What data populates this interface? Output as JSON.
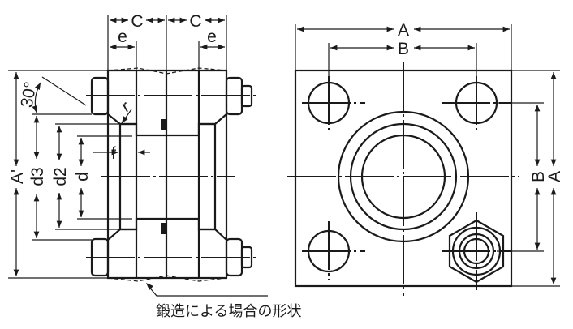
{
  "colors": {
    "fill": "#cdb4d6",
    "line": "#1a1a1a"
  },
  "side_view": {
    "labels": {
      "c_left": "C",
      "c_right": "C",
      "e_left": "e",
      "e_right": "e",
      "a_prime": "A'",
      "d3": "d3",
      "d2": "d2",
      "d": "d",
      "f": "f",
      "r": "r",
      "angle": "30°"
    }
  },
  "front_view": {
    "labels": {
      "a_top": "A",
      "b_top": "B",
      "b_right": "B",
      "a_right": "A"
    }
  },
  "caption": "鍛造による場合の形状"
}
